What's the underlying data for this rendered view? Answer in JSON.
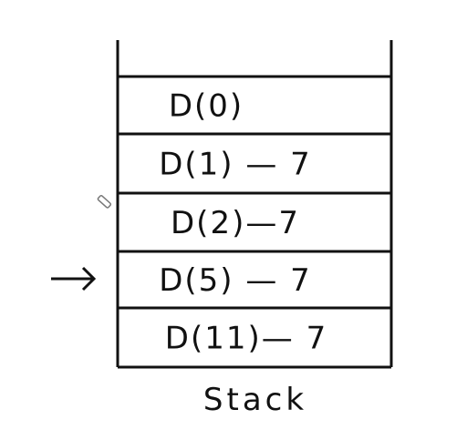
{
  "diagram": {
    "caption": "Stack",
    "frames": [
      {
        "label": "D(0)"
      },
      {
        "label": "D(1) — 7"
      },
      {
        "label": "D(2)—7"
      },
      {
        "label": "D(5) — 7"
      },
      {
        "label": "D(11)— 7"
      }
    ],
    "pointer_index": 3,
    "ink_color": "#111111",
    "background_color": "#ffffff"
  }
}
